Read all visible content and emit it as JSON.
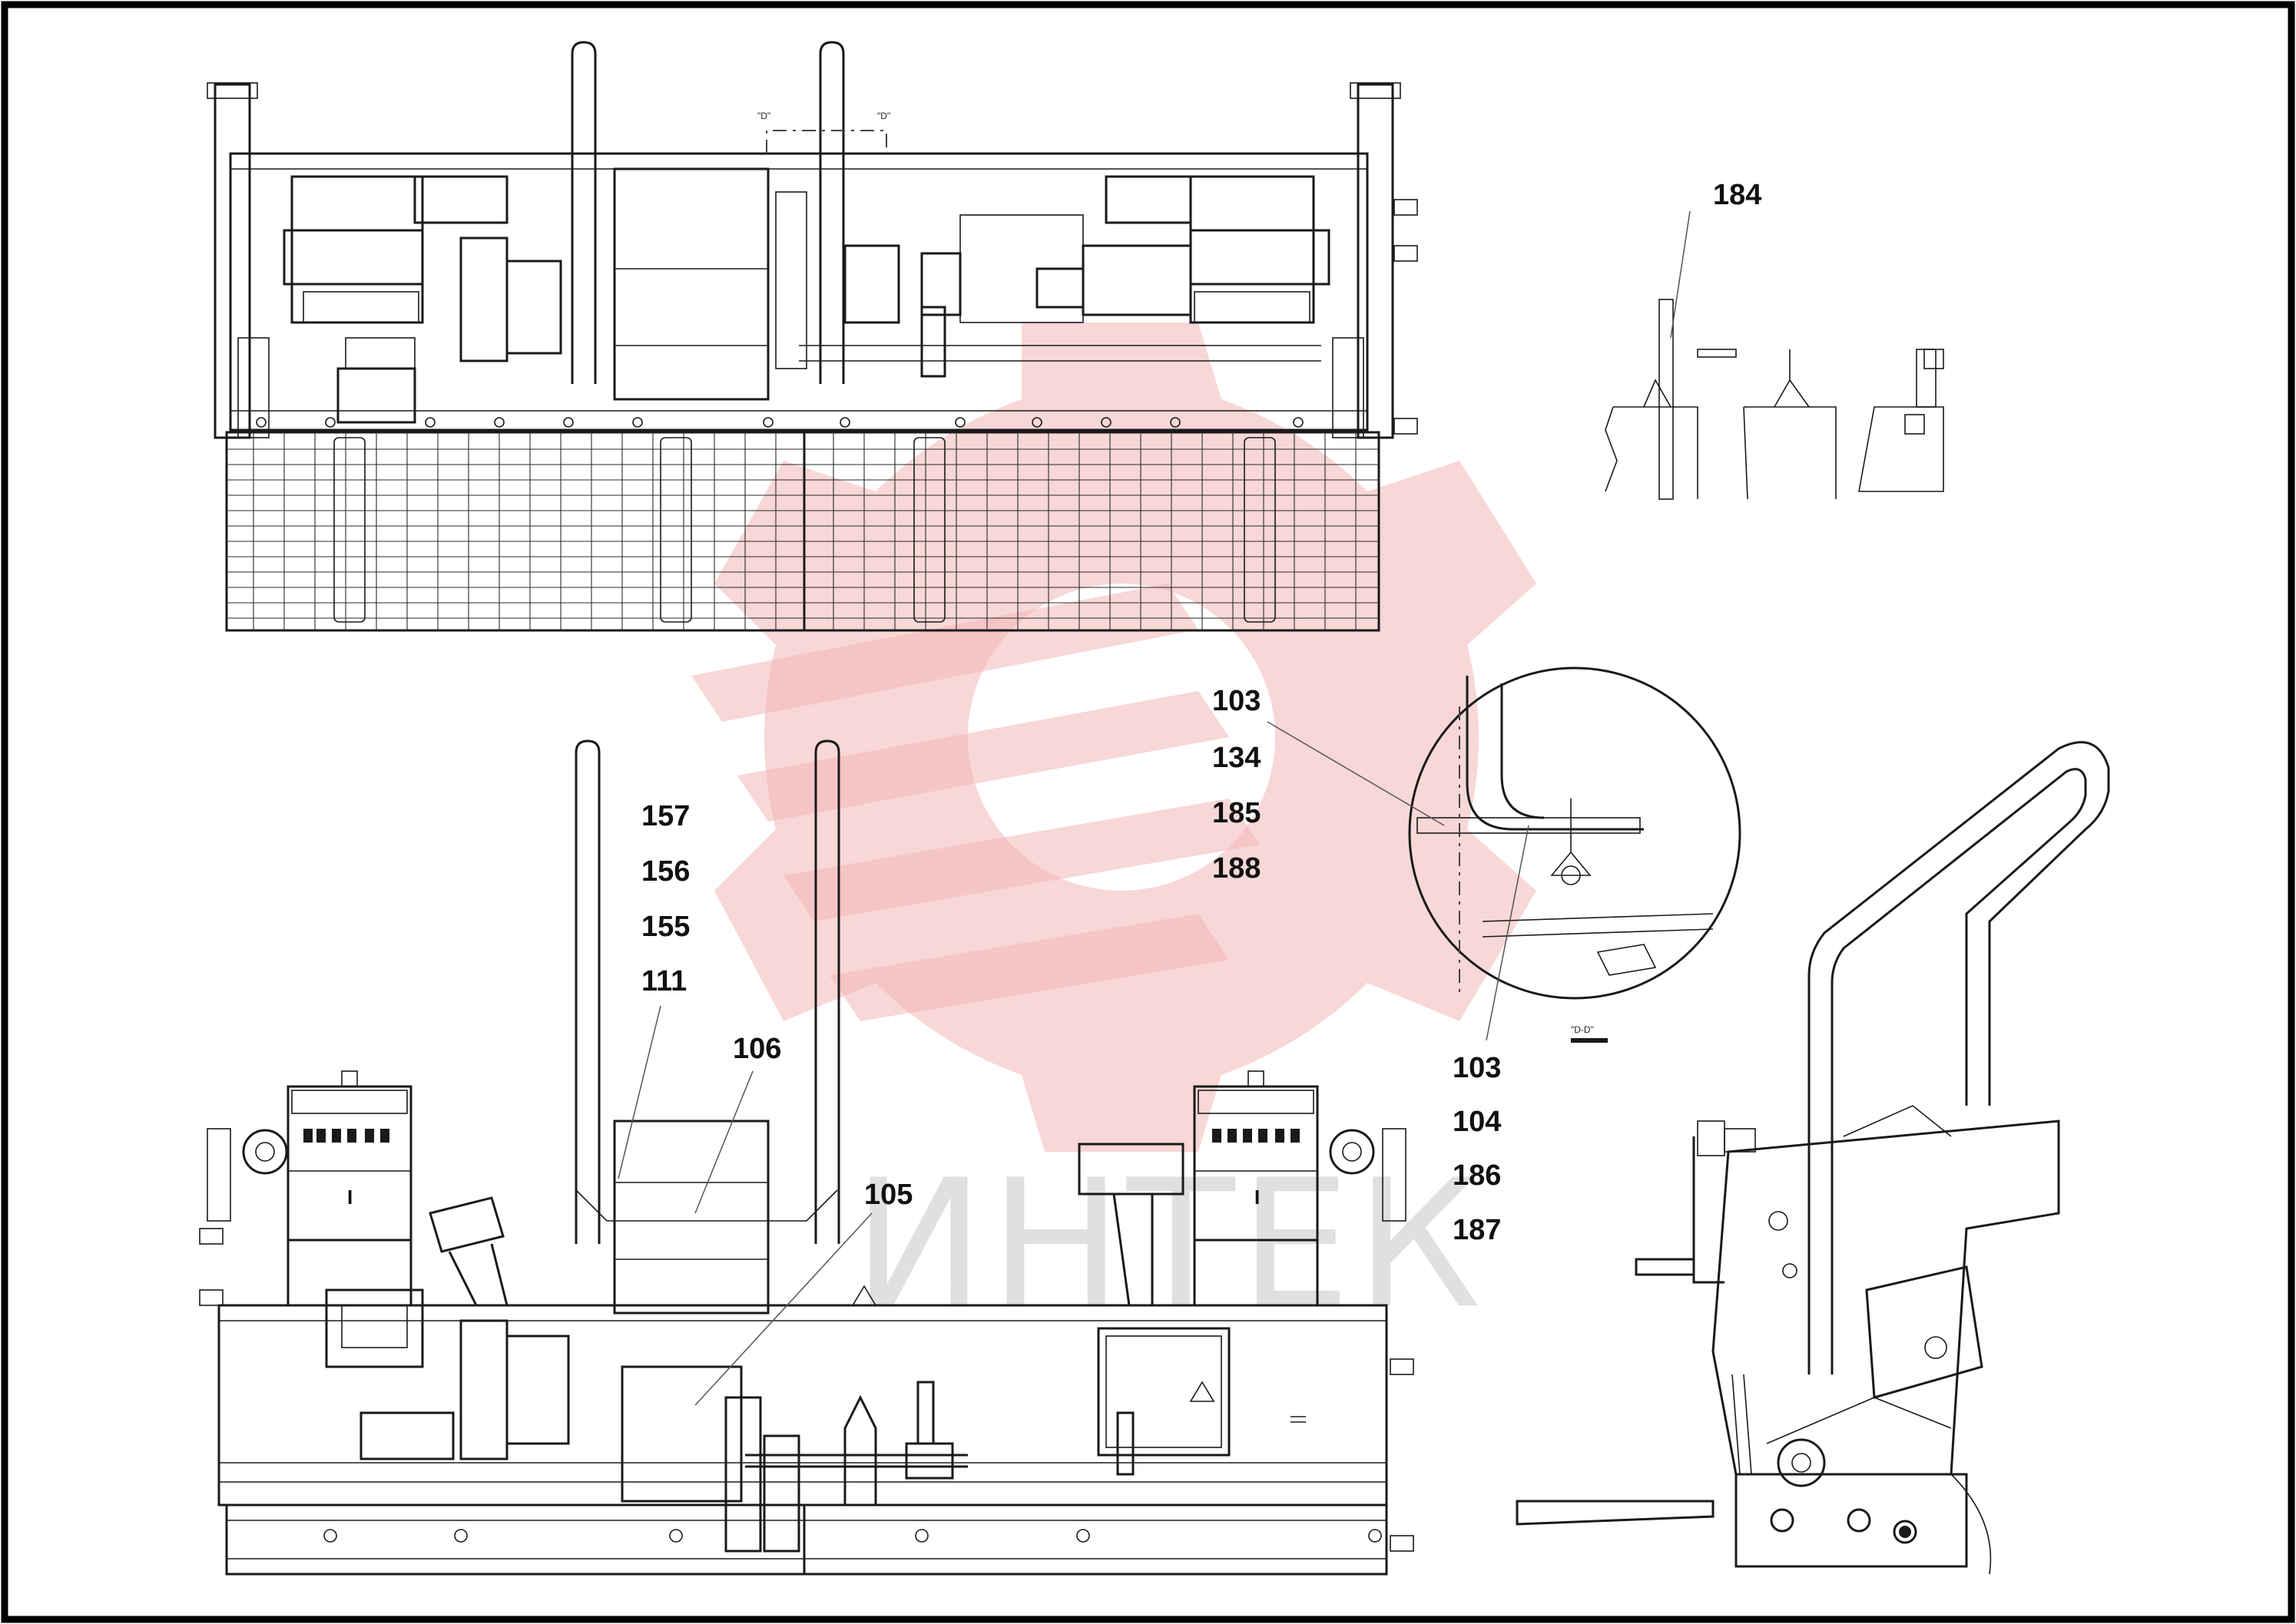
{
  "watermark": {
    "text": "ИНТЕК",
    "gear_color": "#f3b7b7",
    "text_color": "#d9d9d9"
  },
  "section_marks": {
    "left": "\"D\"",
    "right": "\"D\"",
    "detail_title": "\"D-D\""
  },
  "labels": {
    "l184": "184",
    "l103a": "103",
    "l134": "134",
    "l185": "185",
    "l188": "188",
    "l157": "157",
    "l156": "156",
    "l155": "155",
    "l111": "111",
    "l106": "106",
    "l105": "105",
    "l103b": "103",
    "l104": "104",
    "l186": "186",
    "l187": "187"
  },
  "box_marks": {
    "left_box": "I",
    "right_box": "I"
  },
  "colors": {
    "line": "#1a1a1a",
    "frame": "#000000",
    "background": "#ffffff"
  }
}
